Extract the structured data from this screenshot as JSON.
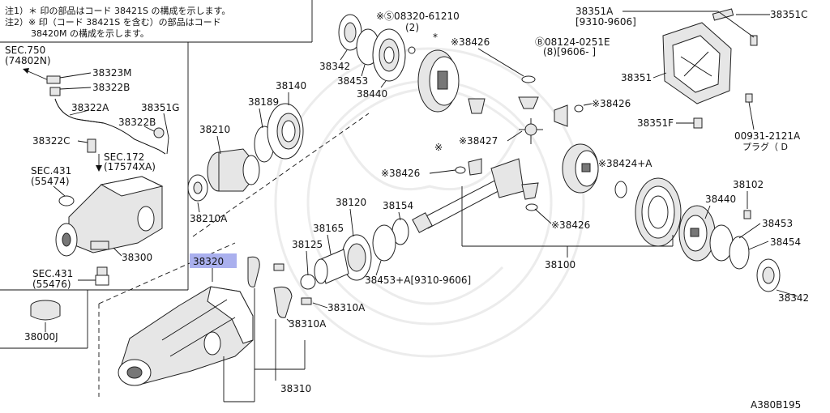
{
  "notes": {
    "line1": "注1）＊ 印の部品はコード 38421S の構成を示します。",
    "line2": "注2）※ 印（コード 38421S を含む）の部品はコード",
    "line3": "38420M の構成を示します。"
  },
  "labels": {
    "sec750": "SEC.750",
    "sec750_sub": "(74802N)",
    "p38323M": "38323M",
    "p38322B_top": "38322B",
    "p38322A": "38322A",
    "p38351G": "38351G",
    "p38322B_mid": "38322B",
    "p38322C": "38322C",
    "sec172": "SEC.172",
    "sec172_sub": "(17574XA)",
    "sec431a": "SEC.431",
    "sec431a_sub": "(55474)",
    "p38300": "38300",
    "sec431b": "SEC.431",
    "sec431b_sub": "(55476)",
    "p38000J": "38000J",
    "p38342_top": "38342",
    "p38453_top": "38453",
    "p38440_top": "38440",
    "bolt_s": "※Ⓢ08320-61210",
    "bolt_s_qty": "(2)",
    "p38426_a": "※38426",
    "p38351A": "38351A",
    "p38351A_date": "[9310-9606]",
    "p38351C": "38351C",
    "bolt_b": "Ⓑ08124-0251E",
    "bolt_b_qty": "(8)[9606-    ]",
    "p38351": "38351",
    "p38426_b": "※38426",
    "p38351F": "38351F",
    "plug_no": "00931-2121A",
    "plug_name": "プラグ（ D",
    "p38140": "38140",
    "p38189": "38189",
    "p38210": "38210",
    "p38210A": "38210A",
    "p38427": "※38427",
    "p38426_c": "※38426",
    "p38424A": "※38424+A",
    "p38120": "38120",
    "p38154": "38154",
    "p38165": "38165",
    "p38125": "38125",
    "p38453A": "38453+A[9310-9606]",
    "p38426_d": "※38426",
    "p38102": "38102",
    "p38440_b": "38440",
    "p38453_b": "38453",
    "p38454": "38454",
    "p38342_b": "38342",
    "p38100": "38100",
    "p38320": "38320",
    "p38310A_a": "38310A",
    "p38310A_b": "38310A",
    "p38310": "38310",
    "diagram_id": "A380B195"
  },
  "colors": {
    "highlight": "#aab0ee",
    "line": "#111111"
  }
}
